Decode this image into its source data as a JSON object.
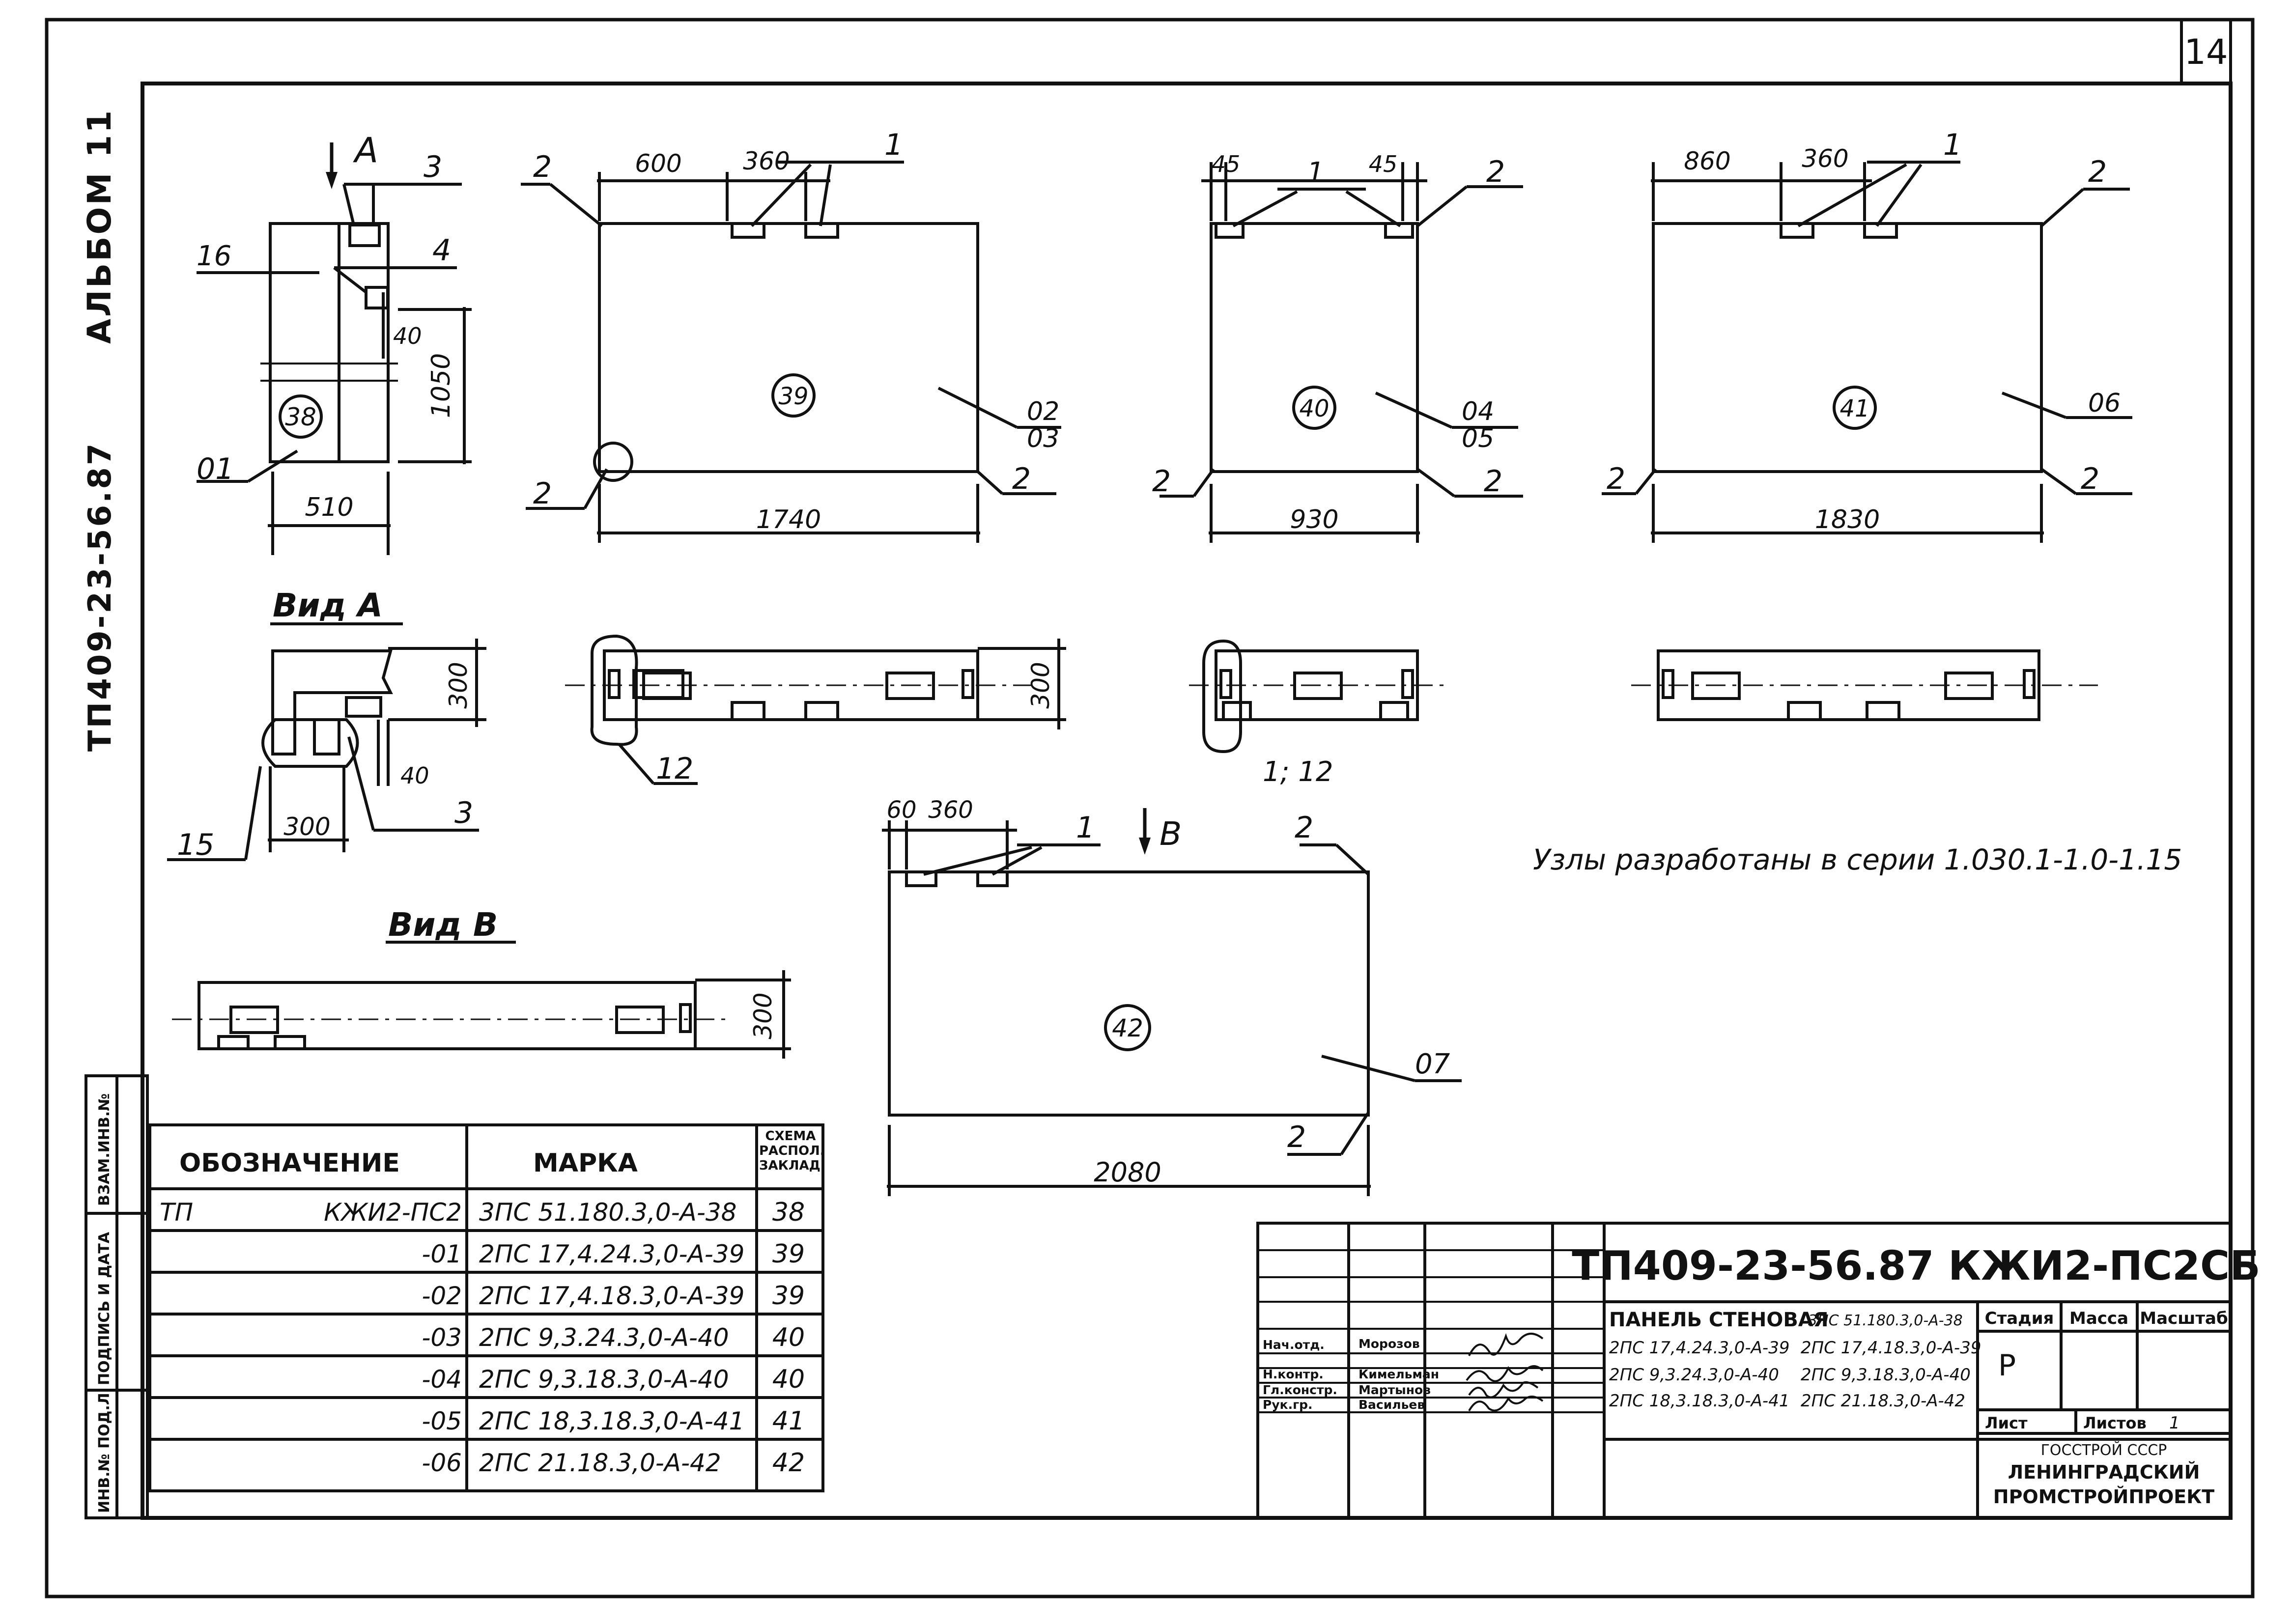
{
  "sheet": {
    "page_number": "14",
    "album": "АЛЬБОМ 11",
    "series": "ТП409-23-56.87"
  },
  "side_stamp": {
    "col1": "ИНВ.№ ПОД.Л.",
    "col2": "ПОДПИСЬ И ДАТА",
    "col3": "ВЗАМ.ИНВ.№"
  },
  "section38": {
    "view_arrow": "А",
    "number": "38",
    "leaders": {
      "l3": "3",
      "l4": "4",
      "l16": "16",
      "l01": "01"
    },
    "dims": {
      "width": "510",
      "height": "1050",
      "small": "40"
    }
  },
  "viewA": {
    "title": "Вид А",
    "dims": {
      "height": "300",
      "width": "300",
      "small": "40"
    },
    "leaders": {
      "l15": "15",
      "l3": "3"
    }
  },
  "panel39": {
    "number": "39",
    "dims": {
      "offset": "600",
      "spacing": "360",
      "length": "1740"
    },
    "leaders": {
      "l1": "1",
      "l2a": "2",
      "l2b": "2",
      "l2c": "2",
      "mark_top": "02",
      "mark_bottom": "03"
    },
    "plan_height": "300",
    "plan_leader": "12"
  },
  "panel40": {
    "number": "40",
    "dims": {
      "left": "45",
      "right": "45",
      "length": "930"
    },
    "leaders": {
      "l1": "1",
      "l2a": "2",
      "l2b": "2",
      "l2c": "2",
      "mark_top": "04",
      "mark_bottom": "05"
    },
    "plan_leader": "1; 12"
  },
  "panel41": {
    "number": "41",
    "dims": {
      "offset": "860",
      "spacing": "360",
      "length": "1830"
    },
    "leaders": {
      "l1": "1",
      "l2a": "2",
      "l2b": "2",
      "l2c": "2",
      "mark": "06"
    }
  },
  "panel42": {
    "number": "42",
    "view_arrow": "В",
    "dims": {
      "offset": "60",
      "spacing": "360",
      "length": "2080"
    },
    "leaders": {
      "l1": "1",
      "l2a": "2",
      "l2b": "2",
      "mark": "07"
    }
  },
  "viewB": {
    "title": "Вид В",
    "height": "300"
  },
  "note": "Узлы разработаны в серии 1.030.1-1.0-1.15",
  "spec_table": {
    "headers": [
      "ОБОЗНАЧЕНИЕ",
      "МАРКА",
      "СХЕМА РАСПОЛ. ЗАКЛАД."
    ],
    "rows": [
      {
        "prefix": "ТП",
        "designation": "КЖИ2-ПС2",
        "mark": "3ПС 51.180.3,0-А-38",
        "scheme": "38"
      },
      {
        "prefix": "",
        "designation": "-01",
        "mark": "2ПС 17,4.24.3,0-А-39",
        "scheme": "39"
      },
      {
        "prefix": "",
        "designation": "-02",
        "mark": "2ПС 17,4.18.3,0-А-39",
        "scheme": "39"
      },
      {
        "prefix": "",
        "designation": "-03",
        "mark": "2ПС 9,3.24.3,0-А-40",
        "scheme": "40"
      },
      {
        "prefix": "",
        "designation": "-04",
        "mark": "2ПС 9,3.18.3,0-А-40",
        "scheme": "40"
      },
      {
        "prefix": "",
        "designation": "-05",
        "mark": "2ПС 18,3.18.3,0-А-41",
        "scheme": "41"
      },
      {
        "prefix": "",
        "designation": "-06",
        "mark": "2ПС 21.18.3,0-А-42",
        "scheme": "42"
      }
    ]
  },
  "title_block": {
    "code": "ТП409-23-56.87 КЖИ2-ПС2СБ",
    "name": "ПАНЕЛЬ СТЕНОВАЯ",
    "marks": [
      "3ПС 51.180.3,0-А-38",
      "2ПС 17,4.24.3,0-А-39",
      "2ПС 17,4.18.3,0-А-39",
      "2ПС 9,3.24.3,0-А-40",
      "2ПС 9,3.18.3,0-А-40",
      "2ПС 18,3.18.3,0-А-41",
      "2ПС 21.18.3,0-А-42"
    ],
    "stage_label": "Стадия",
    "mass_label": "Масса",
    "scale_label": "Масштаб",
    "stage_value": "Р",
    "sheet_label": "Лист",
    "sheets_label": "Листов",
    "sheets_value": "1",
    "org_line1": "ГОССТРОЙ СССР",
    "org_line2": "ЛЕНИНГРАДСКИЙ",
    "org_line3": "ПРОМСТРОЙПРОЕКТ",
    "staff": [
      {
        "role": "Нач.отд.",
        "name": "Морозов"
      },
      {
        "role": "Н.контр.",
        "name": "Кимельман"
      },
      {
        "role": "Гл.констр.",
        "name": "Мартынов"
      },
      {
        "role": "Рук.гр.",
        "name": "Васильев"
      }
    ]
  }
}
